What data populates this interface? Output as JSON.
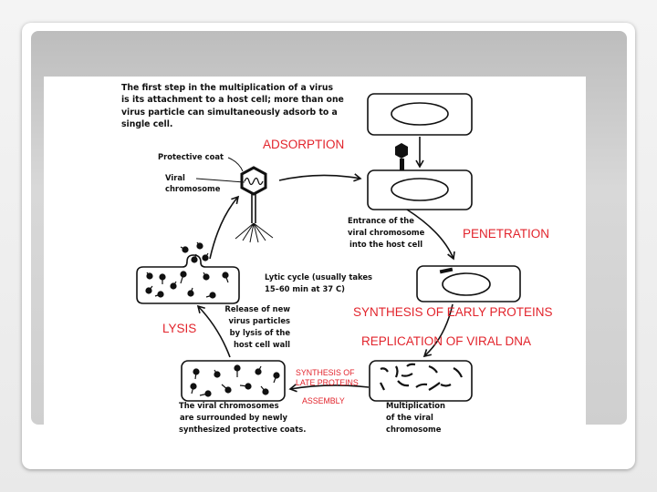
{
  "intro": [
    "The first step in the multiplication of a virus",
    "is its attachment to a host cell; more than one",
    "virus particle can simultaneously adsorb to a",
    "single cell."
  ],
  "labels": {
    "protective_coat": "Protective coat",
    "viral": "Viral",
    "chromosome": "chromosome",
    "entrance": [
      "Entrance of the",
      "viral chromosome",
      "into the host cell"
    ],
    "lytic": [
      "Lytic cycle (usually takes",
      "15–60 min  at 37  C)"
    ],
    "release": [
      "Release of new",
      "virus particles",
      "by lysis of the",
      "host cell wall"
    ],
    "coats": [
      "The viral chromosomes",
      "are surrounded by newly",
      "synthesized protective coats."
    ],
    "multiplication": [
      "Multiplication",
      "of the viral",
      "chromosome"
    ]
  },
  "stages": {
    "adsorption": "ADSORPTION",
    "penetration": "PENETRATION",
    "early_proteins": "SYNTHESIS OF EARLY PROTEINS",
    "replication": "REPLICATION OF VIRAL DNA",
    "late_proteins": [
      "SYNTHESIS OF",
      "LATE PROTEINS"
    ],
    "assembly": "ASSEMBLY",
    "lysis": "LYSIS"
  },
  "colors": {
    "stage_label": "#e2242c"
  }
}
